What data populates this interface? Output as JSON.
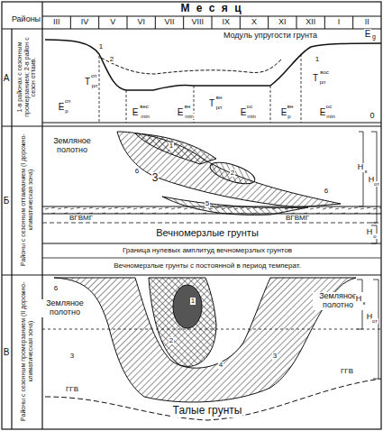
{
  "diagram": {
    "labels": [
      "Районы",
      "М е с я ц",
      "III",
      "IV",
      "V",
      "VI",
      "VII",
      "VIII",
      "IX",
      "X",
      "XI",
      "XII",
      "I",
      "II",
      "А",
      "Б",
      "В",
      "1-в районах с сезонным промерзанием; 2-в район с сезон оттаив.",
      "Районы с сезонным оттаиванием (I дорожно-климатическая зона)",
      "Районы с сезонным промерзанием (II дорожно-климатическая зона)",
      "Модуль упругости грунта",
      "E",
      "g",
      "1",
      "2",
      "1",
      "1",
      "0",
      "T",
      "сп",
      "рл",
      "T",
      "вн",
      "рл",
      "T",
      "вос",
      "рл",
      "E",
      "сп",
      "р",
      "E",
      "вес",
      "min",
      "E",
      "вн",
      "min",
      "E",
      "ос",
      "min",
      "E",
      "вн",
      "р",
      "E",
      "ос",
      "min",
      "Земляное полотно",
      "1",
      "2",
      "3",
      "5",
      "6",
      "6",
      "ВГВМГ",
      "ВГВМГ",
      "Вечномерзлые грунты",
      "Граница нулевых амплитуд вечномерзлых грунтов",
      "Вечномерзлые грунты с постоянной в период температ.",
      "H",
      "к",
      "H",
      "от",
      "H",
      "о",
      "6",
      "Земляное полотно",
      "Земляное полотно",
      "1",
      "2",
      "3",
      "3",
      "4",
      "ГГВ",
      "ГГВ",
      "Талые грунты",
      "H",
      "к",
      "H",
      "от"
    ]
  }
}
